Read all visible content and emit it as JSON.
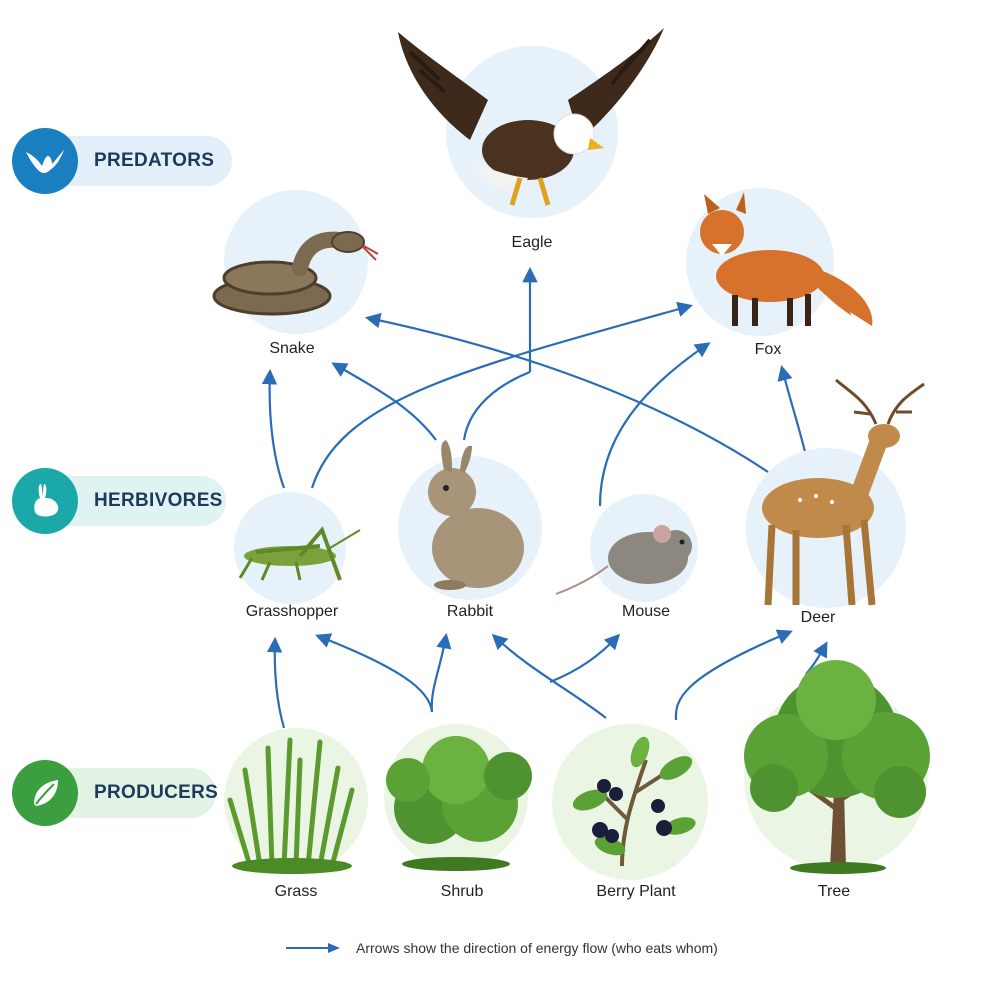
{
  "tiers": {
    "predators": {
      "label": "PREDATORS",
      "icon": "eagle-icon",
      "color": "#1a7fc1",
      "bg": "#e3f0fa"
    },
    "herbivores": {
      "label": "HERBIVORES",
      "icon": "rabbit-icon",
      "color": "#1aa8a8",
      "bg": "#dff3f2"
    },
    "producers": {
      "label": "PRODUCERS",
      "icon": "leaf-icon",
      "color": "#3b9e3f",
      "bg": "#e3f3e3"
    }
  },
  "organisms": {
    "eagle": "Eagle",
    "snake": "Snake",
    "fox": "Fox",
    "grasshopper": "Grasshopper",
    "rabbit": "Rabbit",
    "mouse": "Mouse",
    "deer": "Deer",
    "grass": "Grass",
    "shrub": "Shrub",
    "berry_plant": "Berry Plant",
    "tree": "Tree"
  },
  "edges": [
    {
      "from": "grass",
      "to": "grasshopper"
    },
    {
      "from": "shrub",
      "to": "grasshopper"
    },
    {
      "from": "shrub",
      "to": "rabbit"
    },
    {
      "from": "berry_plant",
      "to": "rabbit"
    },
    {
      "from": "berry_plant",
      "to": "mouse"
    },
    {
      "from": "berry_plant",
      "to": "deer"
    },
    {
      "from": "tree",
      "to": "deer"
    },
    {
      "from": "grasshopper",
      "to": "snake"
    },
    {
      "from": "grasshopper",
      "to": "fox"
    },
    {
      "from": "rabbit",
      "to": "snake"
    },
    {
      "from": "rabbit",
      "to": "eagle"
    },
    {
      "from": "mouse",
      "to": "fox"
    },
    {
      "from": "deer",
      "to": "snake"
    },
    {
      "from": "deer",
      "to": "fox"
    }
  ],
  "arrow_color": "#2a6cb5",
  "legend": {
    "text": "Arrows show the direction of energy flow (who eats whom)"
  }
}
